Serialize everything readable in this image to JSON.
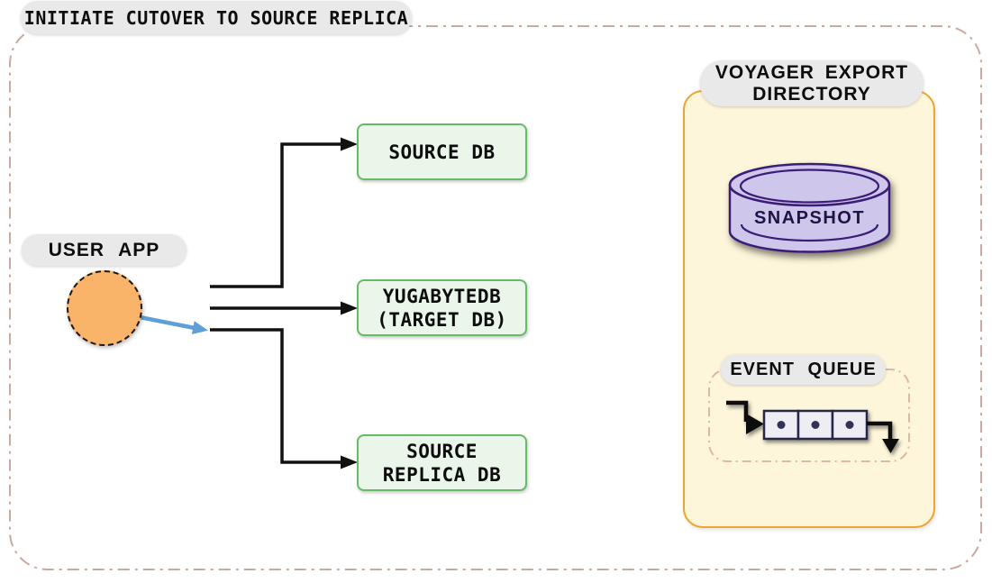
{
  "title": "INITIATE CUTOVER TO SOURCE REPLICA",
  "user_app": {
    "label": "USER APP"
  },
  "databases": [
    {
      "lines": [
        "SOURCE DB"
      ]
    },
    {
      "lines": [
        "YUGABYTEDB",
        "(TARGET DB)"
      ]
    },
    {
      "lines": [
        "SOURCE",
        "REPLICA DB"
      ]
    }
  ],
  "voyager": {
    "label_line1": "VOYAGER EXPORT",
    "label_line2": "DIRECTORY",
    "snapshot": {
      "label": "SNAPSHOT"
    },
    "event_queue": {
      "label": "EVENT QUEUE",
      "item_count": 3
    }
  },
  "colors": {
    "outer_border": "#c9aa9e",
    "pill_bg": "#e9e9e9",
    "db_box_fill": "#eaf6ea",
    "db_box_border": "#67bb67",
    "user_app_circle": "#f9b469",
    "cutover_arrow": "#5f9fd8",
    "connector": "#111111",
    "voyager_fill": "#fdf6da",
    "voyager_border": "#eca62f",
    "snapshot_fill": "#cfc7eb",
    "snapshot_border": "#3a1f78",
    "queue_border": "#dfb6ab",
    "queue_cell_fill": "#ededf3",
    "queue_cell_border": "#28284e"
  }
}
